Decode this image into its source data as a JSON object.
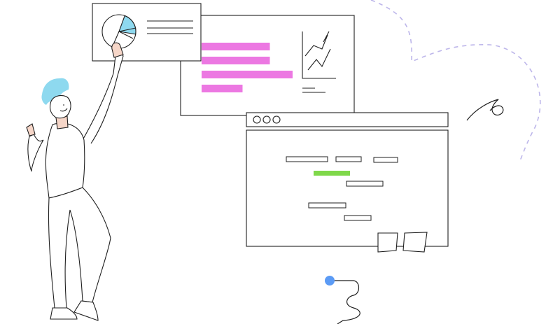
{
  "colors": {
    "outline": "#1f1f1f",
    "pink_bar": "#ec78e2",
    "green_bar": "#7fd84a",
    "pie_accent": "#8ed9ef",
    "hair": "#8ed9ef",
    "skin": "#f6d6c8",
    "dashed_path": "#bdb6ea",
    "blue_dot": "#5b9bf5"
  },
  "illustration": {
    "subject": "person-presenting-charts",
    "icons": [
      "pie-chart-icon",
      "line-chart-icon",
      "browser-window-icon",
      "sticky-note-icon"
    ]
  },
  "pie_chart": {
    "accent_slice_fraction": 0.22
  },
  "bar_panel": {
    "bars_fraction": [
      0.75,
      0.75,
      1.0,
      0.45
    ]
  }
}
